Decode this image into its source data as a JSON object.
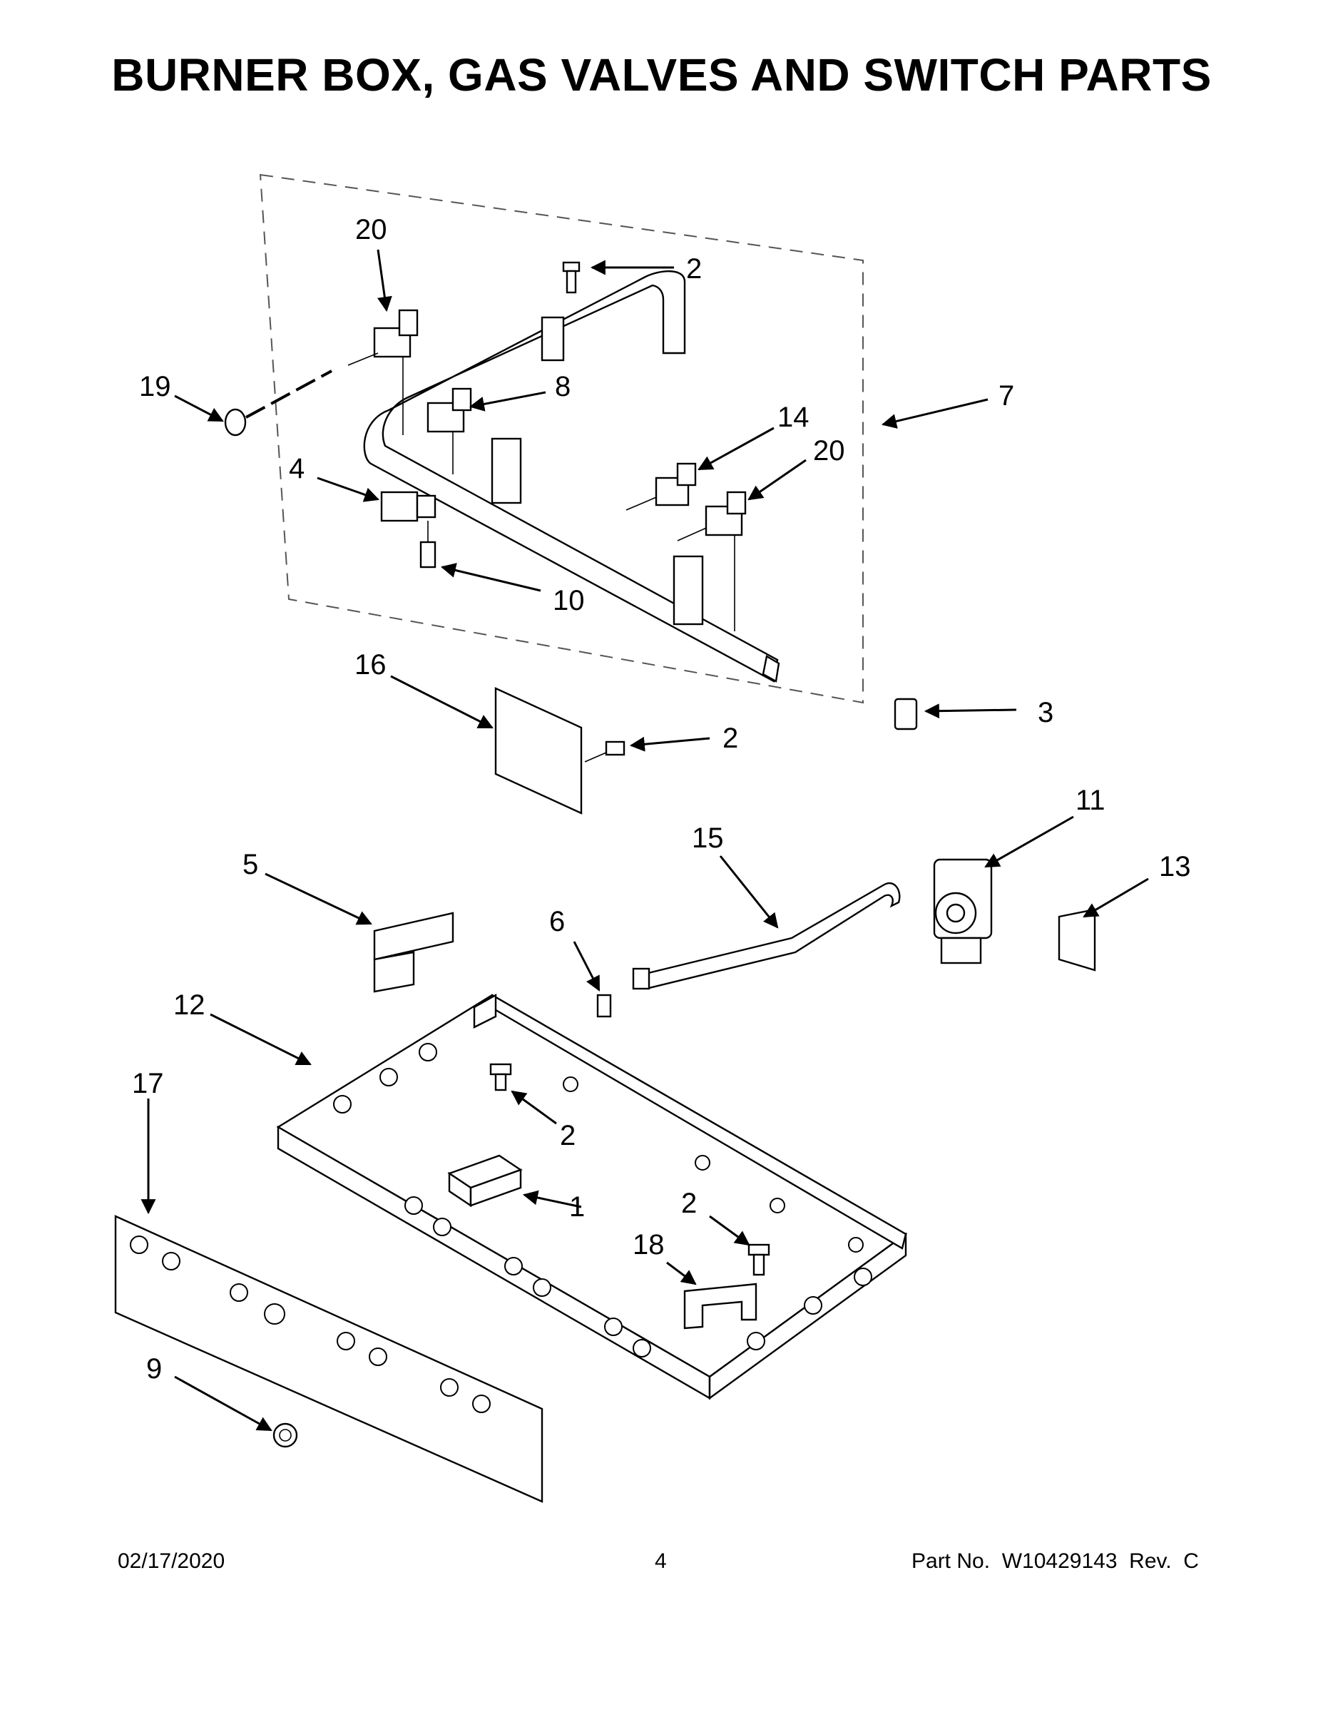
{
  "title": "BURNER BOX, GAS VALVES AND SWITCH PARTS",
  "callouts": {
    "c20a": "20",
    "c2a": "2",
    "c19": "19",
    "c8": "8",
    "c7": "7",
    "c14": "14",
    "c20b": "20",
    "c4": "4",
    "c10": "10",
    "c16": "16",
    "c2b": "2",
    "c3": "3",
    "c11": "11",
    "c15": "15",
    "c5": "5",
    "c13": "13",
    "c6": "6",
    "c12": "12",
    "c17": "17",
    "c2c": "2",
    "c1": "1",
    "c2d": "2",
    "c18": "18",
    "c9": "9"
  },
  "footer": {
    "date": "02/17/2020",
    "page": "4",
    "part_no": "Part No.  W10429143  Rev.  C"
  }
}
